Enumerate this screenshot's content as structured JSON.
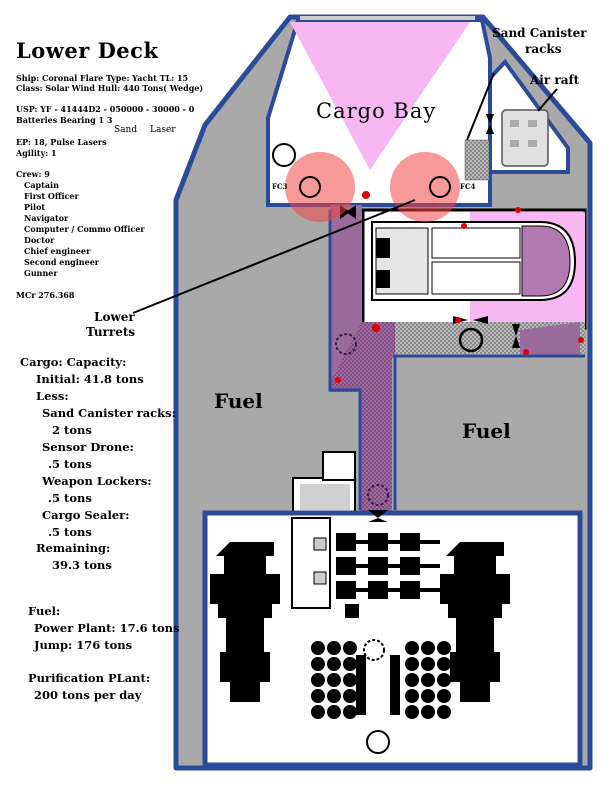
{
  "deck": {
    "title": "Lower Deck",
    "ship": {
      "line1": "Ship: Coronal Flare    Type: Yacht    TL: 15",
      "line2": "Class: Solar Wind   Hull:  440 Tons( Wedge)",
      "usp": "USP:  YF - 41444D2 - 050000 - 30000 - 0",
      "batteries": "Batteries Bearing      1          3",
      "battery_types": [
        "Sand",
        "Laser"
      ],
      "ep": "EP: 18,     Pulse Lasers",
      "agility": "Agility: 1"
    },
    "crew": {
      "header": "Crew: 9",
      "members": [
        "Captain",
        "First Officer",
        "Pilot",
        "Navigator",
        "Computer / Commo Officer",
        "Doctor",
        "Chief engineer",
        "Second engineer",
        "Gunner"
      ]
    },
    "cost": "MCr 276.368",
    "cargo": {
      "lines": [
        "Cargo: Capacity:",
        "Initial: 41.8 tons",
        "Less:",
        "Sand Canister racks:",
        "2 tons",
        "Sensor Drone:",
        ".5 tons",
        "Weapon Lockers:",
        ".5 tons",
        "Cargo Sealer:",
        ".5 tons",
        "Remaining:",
        "39.3 tons"
      ]
    },
    "fuel": {
      "lines": [
        "Fuel:",
        "Power Plant: 17.6 tons",
        "Jump: 176 tons"
      ]
    },
    "purification": {
      "lines": [
        "Purification PLant:",
        "200 tons per day"
      ]
    }
  },
  "labels": {
    "cargo_bay": "Cargo Bay",
    "fuel_left": "Fuel",
    "fuel_right": "Fuel",
    "lower_turrets": [
      "Lower",
      "Turrets"
    ],
    "sand_racks": [
      "Sand Canister",
      "racks"
    ],
    "air_raft": "Air raft",
    "fc3": "FC3",
    "fc4": "FC4"
  },
  "colors": {
    "hull": "#a9a9a9",
    "wall": "#2b4a99",
    "corridor": "#9b6b9b",
    "scan": "#f7b7f2",
    "turret": "#f24b4b",
    "machinery": "#000000"
  }
}
